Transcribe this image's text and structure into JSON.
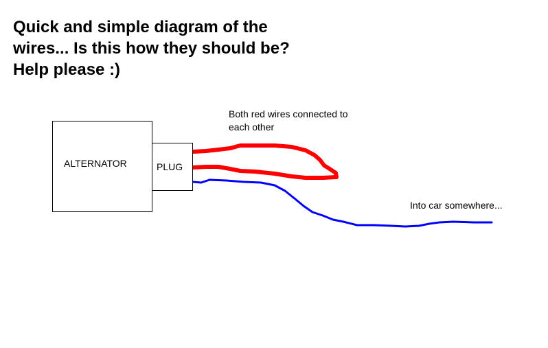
{
  "title": {
    "line1": "Quick and simple diagram of the",
    "line2": "wires... Is this how they should be?",
    "line3": "Help please :)"
  },
  "diagram": {
    "alternator_label": "ALTERNATOR",
    "plug_label": "PLUG",
    "red_note_line1": "Both red wires connected to",
    "red_note_line2": "each other",
    "blue_note": "Into car somewhere..."
  },
  "colors": {
    "red_wire": "#ff0000",
    "blue_wire": "#0000ff"
  }
}
